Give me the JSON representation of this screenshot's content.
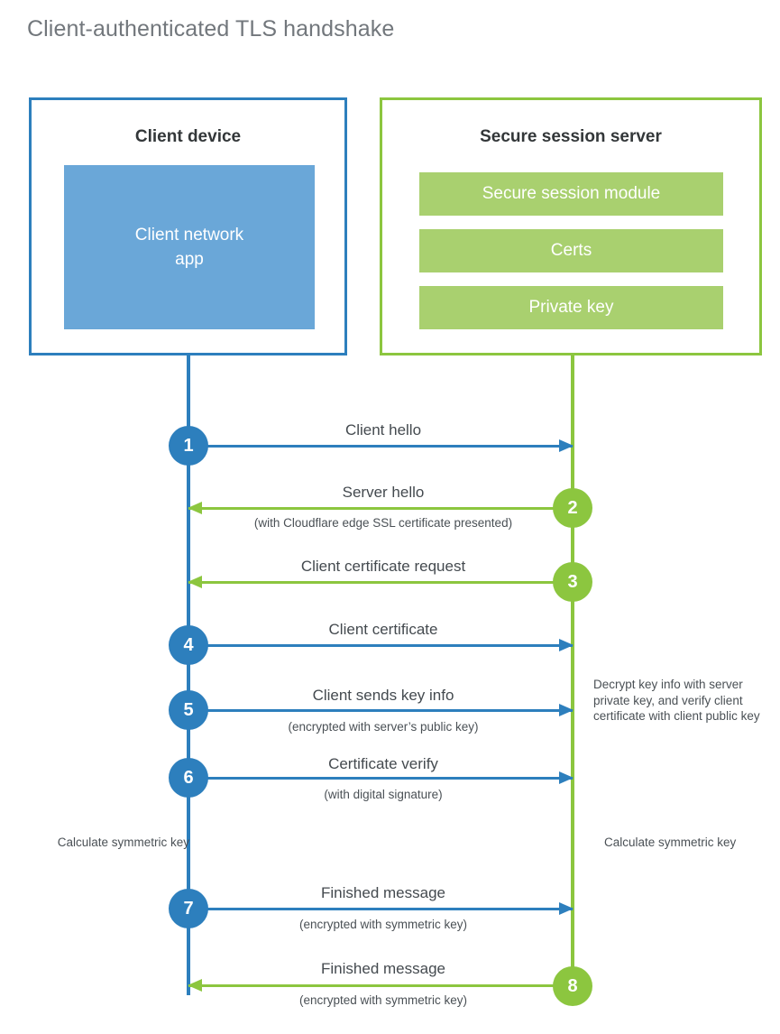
{
  "title": "Client-authenticated TLS handshake",
  "colors": {
    "client_blue": "#2d7fbd",
    "client_app_fill": "#6aa7d8",
    "server_green": "#8cc63f",
    "server_bar_fill": "#a9d06f",
    "title_gray": "#72777c",
    "text_gray": "#444a4f",
    "background": "#ffffff"
  },
  "client": {
    "title": "Client device",
    "app_label": "Client network\napp"
  },
  "server": {
    "title": "Secure session server",
    "components": [
      {
        "label": "Secure session module"
      },
      {
        "label": "Certs"
      },
      {
        "label": "Private key"
      }
    ]
  },
  "steps": [
    {
      "number": "1",
      "label": "Client hello",
      "sublabel": "",
      "direction": "client-to-server",
      "actor": "client"
    },
    {
      "number": "2",
      "label": "Server hello",
      "sublabel": "(with Cloudflare edge SSL certificate presented)",
      "direction": "server-to-client",
      "actor": "server"
    },
    {
      "number": "3",
      "label": "Client certificate request",
      "sublabel": "",
      "direction": "server-to-client",
      "actor": "server"
    },
    {
      "number": "4",
      "label": "Client certificate",
      "sublabel": "",
      "direction": "client-to-server",
      "actor": "client"
    },
    {
      "number": "5",
      "label": "Client sends key info",
      "sublabel": "(encrypted with server’s public key)",
      "direction": "client-to-server",
      "actor": "client"
    },
    {
      "number": "6",
      "label": "Certificate verify",
      "sublabel": "(with digital signature)",
      "direction": "client-to-server",
      "actor": "client"
    },
    {
      "number": "7",
      "label": "Finished message",
      "sublabel": "(encrypted with symmetric key)",
      "direction": "client-to-server",
      "actor": "client"
    },
    {
      "number": "8",
      "label": "Finished message",
      "sublabel": "(encrypted with symmetric key)",
      "direction": "server-to-client",
      "actor": "server"
    }
  ],
  "notes": {
    "server_decrypt": "Decrypt key info with server private key, and verify client certificate with client public key",
    "client_calculate": "Calculate symmetric key",
    "server_calculate": "Calculate symmetric key"
  }
}
